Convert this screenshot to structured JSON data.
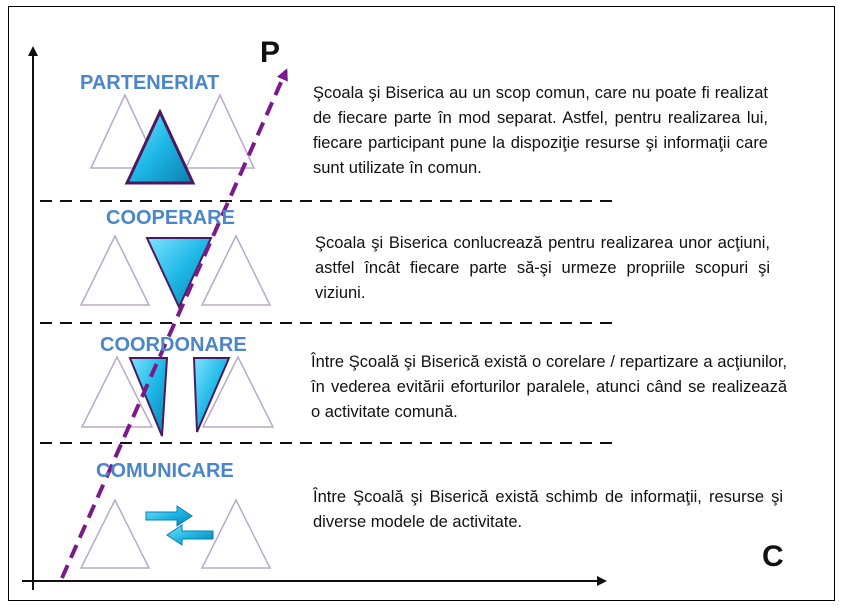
{
  "axes": {
    "vertical_letter": "P",
    "horizontal_letter": "C"
  },
  "levels": [
    {
      "id": "parteneriat",
      "title": "PARTENERIAT",
      "description": "Şcoala şi Biserica au un scop comun, care nu poate fi realizat de fiecare parte în mod separat. Astfel, pentru realizarea lui, fiecare participant pune la dispoziţie resurse şi informaţii care sunt utilizate în comun."
    },
    {
      "id": "cooperare",
      "title": "COOPERARE",
      "description": "Şcoala şi Biserica conlucrează pentru realizarea unor acţiuni, astfel încât fiecare parte să-şi urmeze propriile scopuri şi viziuni."
    },
    {
      "id": "coordonare",
      "title": "COORDONARE",
      "description": "Între Şcoală şi Biserică există o corelare / repartizare a acţiunilor, în vederea evitării eforturilor paralele, atunci când se realizează o activitate comună."
    },
    {
      "id": "comunicare",
      "title": "COMUNICARE",
      "description": "Între Şcoală şi Biserică există schimb de informaţii, resurse şi diverse modele de activitate."
    }
  ],
  "colors": {
    "title_blue": "#4a86c8",
    "shape_fill": "#1fb8e6",
    "shape_edge": "#4b1a5e",
    "outline_triangle": "#b8a8cc",
    "diagonal_arrow": "#7a1b8a",
    "divider": "#111111"
  }
}
